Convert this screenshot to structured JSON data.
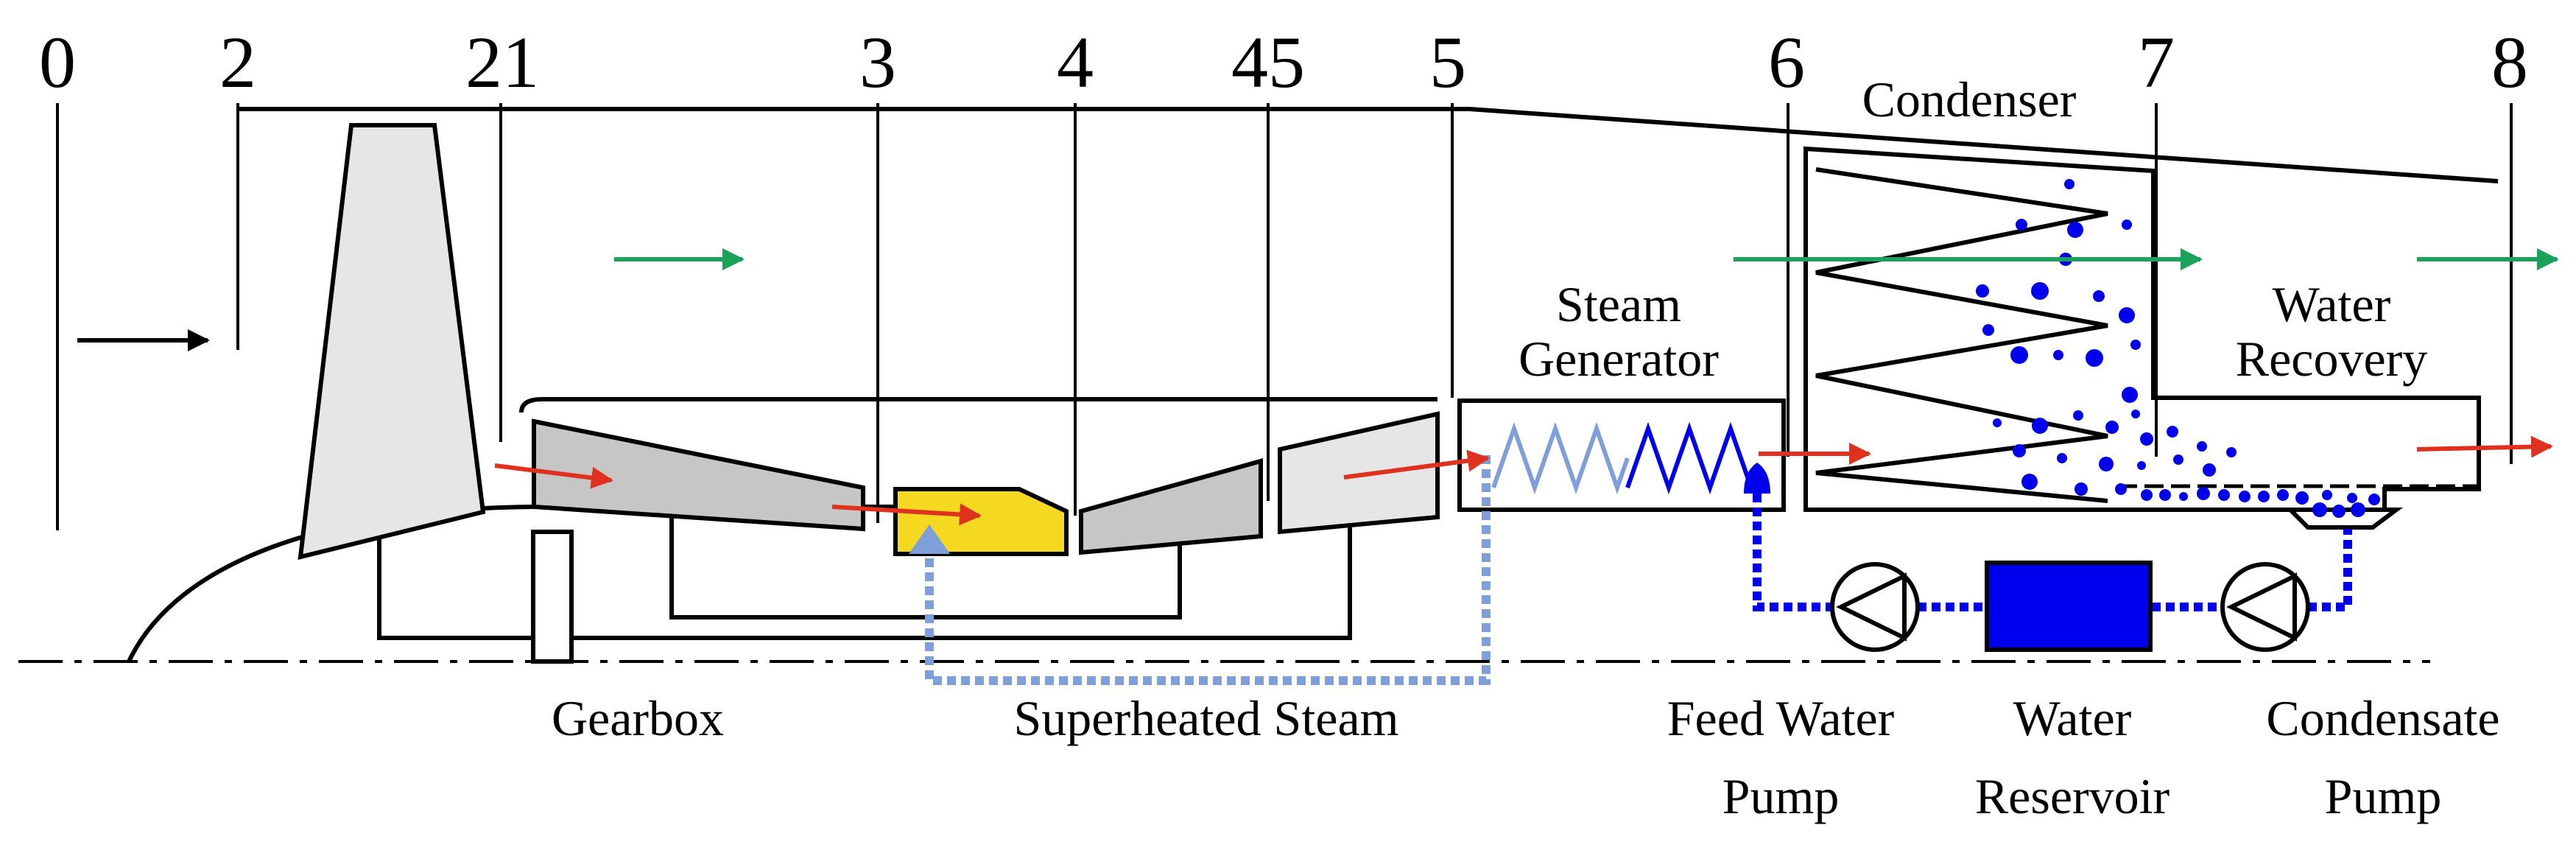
{
  "stations": [
    "0",
    "2",
    "21",
    "3",
    "4",
    "45",
    "5",
    "6",
    "7",
    "8"
  ],
  "labels": {
    "condenser": "Condenser",
    "steam_generator": [
      "Steam",
      "Generator"
    ],
    "water_recovery": [
      "Water",
      "Recovery"
    ],
    "gearbox": "Gearbox",
    "superheated_steam": "Superheated Steam",
    "feed_water_pump": [
      "Feed Water",
      "Pump"
    ],
    "water_reservoir": [
      "Water",
      "Reservoir"
    ],
    "condensate_pump": [
      "Condensate",
      "Pump"
    ]
  },
  "colors": {
    "core_flow": "#e0301e",
    "bypass_flow": "#1aa15a",
    "water": "#0000ee",
    "steam": "#7f9fdb",
    "combustor": "#f5d820",
    "component_gray": "#c6c6c6",
    "light_gray": "#e6e6e6",
    "ink": "#000000"
  }
}
